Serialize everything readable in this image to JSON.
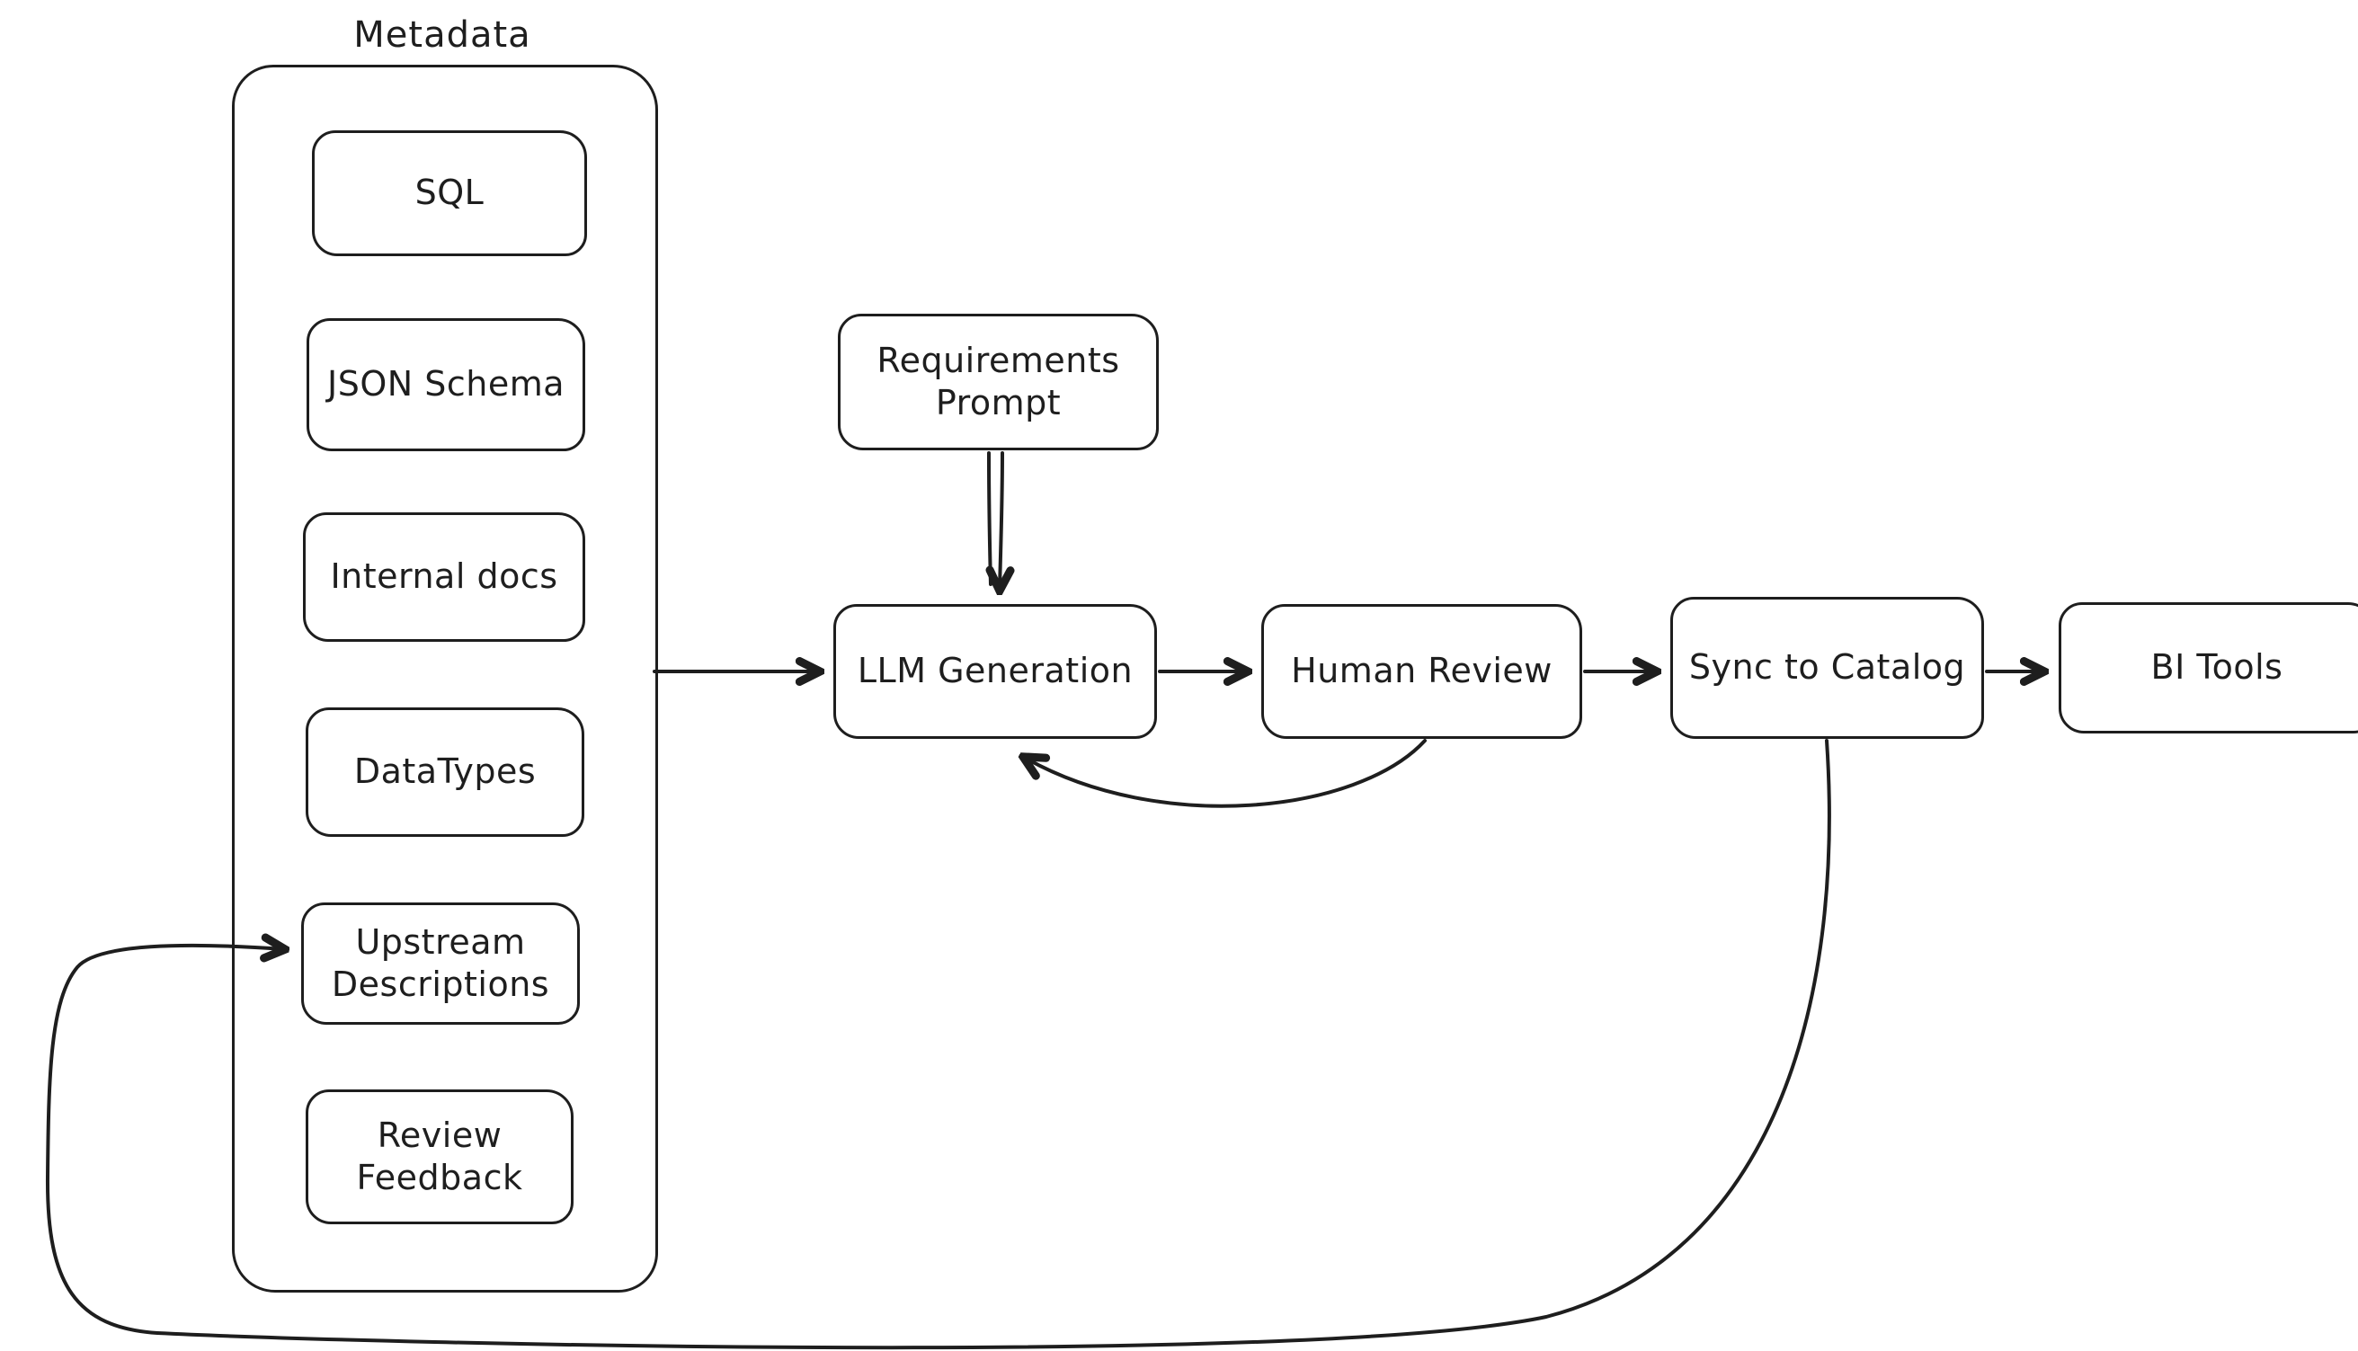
{
  "canvas": {
    "background": "#ffffff",
    "stroke_color": "#1e1e1e"
  },
  "metadata_group": {
    "label": "Metadata",
    "items": [
      {
        "id": "sql",
        "label": "SQL"
      },
      {
        "id": "json-schema",
        "label": "JSON Schema"
      },
      {
        "id": "internal-docs",
        "label": "Internal docs"
      },
      {
        "id": "datatypes",
        "label": "DataTypes"
      },
      {
        "id": "upstream-descriptions",
        "label": "Upstream\nDescriptions"
      },
      {
        "id": "review-feedback",
        "label": "Review\nFeedback"
      }
    ]
  },
  "nodes": {
    "requirements_prompt": {
      "label": "Requirements\nPrompt"
    },
    "llm_generation": {
      "label": "LLM Generation"
    },
    "human_review": {
      "label": "Human Review"
    },
    "sync_to_catalog": {
      "label": "Sync to Catalog"
    },
    "bi_tools": {
      "label": "BI Tools"
    }
  },
  "edges": [
    {
      "from": "metadata-group",
      "to": "llm-generation",
      "style": "straight-arrow"
    },
    {
      "from": "requirements-prompt",
      "to": "llm-generation",
      "style": "straight-arrow"
    },
    {
      "from": "llm-generation",
      "to": "human-review",
      "style": "straight-arrow"
    },
    {
      "from": "human-review",
      "to": "sync-to-catalog",
      "style": "straight-arrow"
    },
    {
      "from": "sync-to-catalog",
      "to": "bi-tools",
      "style": "straight-arrow"
    },
    {
      "from": "human-review",
      "to": "llm-generation",
      "style": "curved-feedback-arrow"
    },
    {
      "from": "sync-to-catalog",
      "to": "upstream-descriptions",
      "style": "long-curved-feedback-arrow"
    }
  ]
}
